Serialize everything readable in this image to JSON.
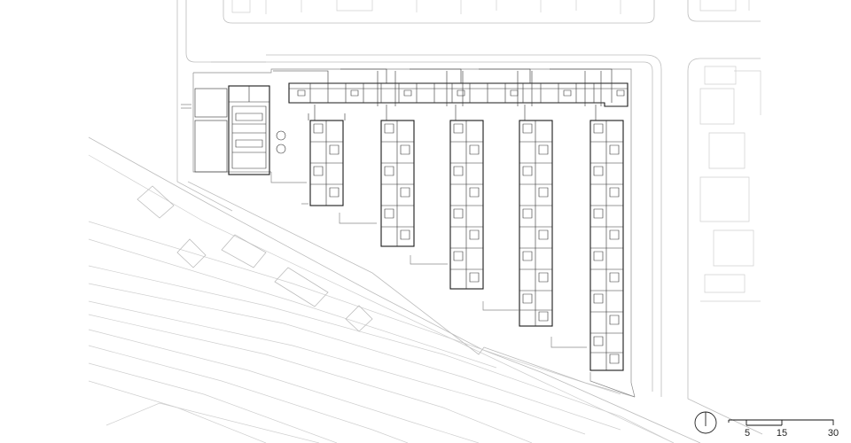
{
  "scale_bar": {
    "labels": [
      "5",
      "15",
      "30"
    ]
  },
  "north_arrow": {
    "icon": "north-arrow-icon"
  },
  "colors": {
    "building_line": "#1a1a1a",
    "context_line": "#bdbdbd",
    "background": "#ffffff"
  }
}
